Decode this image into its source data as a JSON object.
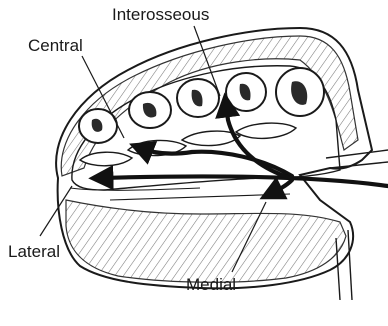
{
  "labels": {
    "interosseous": "Interosseous",
    "central": "Central",
    "lateral": "Lateral",
    "medial": "Medial"
  },
  "colors": {
    "ink": "#1a1a1a",
    "hatch": "#6b6b6b",
    "arrow": "#111111",
    "background": "#ffffff"
  }
}
